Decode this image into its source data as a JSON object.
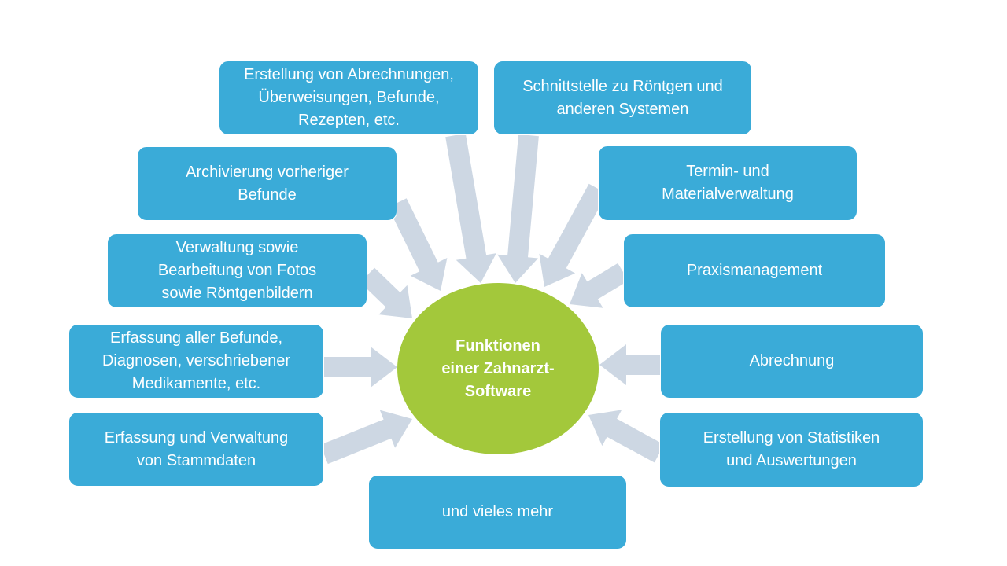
{
  "center": {
    "label": "Funktionen\neiner Zahnarzt-\nSoftware"
  },
  "boxes": [
    {
      "id": "abrechnungen",
      "label": "Erstellung von Abrechnungen,\nÜberweisungen, Befunde,\nRezepten, etc."
    },
    {
      "id": "schnittstelle",
      "label": "Schnittstelle zu Röntgen und\nanderen Systemen"
    },
    {
      "id": "archivierung",
      "label": "Archivierung vorheriger\nBefunde"
    },
    {
      "id": "termin",
      "label": "Termin- und\nMaterialverwaltung"
    },
    {
      "id": "fotos",
      "label": "Verwaltung sowie\nBearbeitung von Fotos\nsowie Röntgenbildern"
    },
    {
      "id": "praxis",
      "label": "Praxismanagement"
    },
    {
      "id": "befunde",
      "label": "Erfassung aller Befunde,\nDiagnosen, verschriebener\nMedikamente, etc."
    },
    {
      "id": "abrechnung",
      "label": "Abrechnung"
    },
    {
      "id": "stammdaten",
      "label": "Erfassung und Verwaltung\nvon Stammdaten"
    },
    {
      "id": "statistiken",
      "label": "Erstellung von Statistiken\nund Auswertungen"
    },
    {
      "id": "mehr",
      "label": "und vieles mehr"
    }
  ],
  "colors": {
    "box": "#3aabd8",
    "hub": "#a3c83b",
    "arrow": "#cdd7e3"
  }
}
